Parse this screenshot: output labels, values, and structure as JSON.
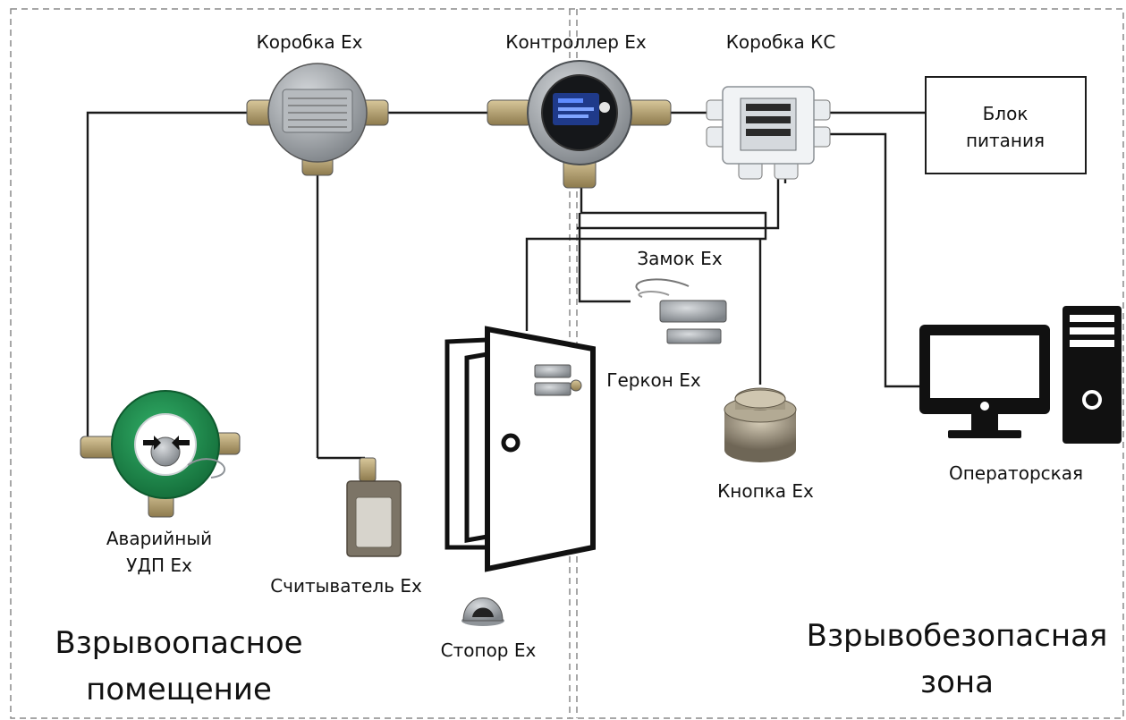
{
  "labels": {
    "box_ex": "Коробка Ex",
    "controller_ex": "Контроллер Ex",
    "box_ks": "Коробка КС",
    "power_line1": "Блок",
    "power_line2": "питания",
    "lock_ex": "Замок Ex",
    "reed_ex": "Геркон Ex",
    "button_ex": "Кнопка Ex",
    "operator_room": "Операторская",
    "emergency_line1": "Аварийный",
    "emergency_line2": "УДП Ex",
    "reader_ex": "Считыватель Ex",
    "stopper_ex": "Стопор Ex"
  },
  "zones": {
    "hazard_line1": "Взрывоопасное",
    "hazard_line2": "помещение",
    "safe_line1": "Взрывобезопасная",
    "safe_line2": "зона"
  },
  "colors": {
    "emergency_green": "#1f8a4c",
    "metal": "#9aa0a6",
    "wire": "#1b1b1b",
    "zone_border": "#8a8a8a"
  }
}
